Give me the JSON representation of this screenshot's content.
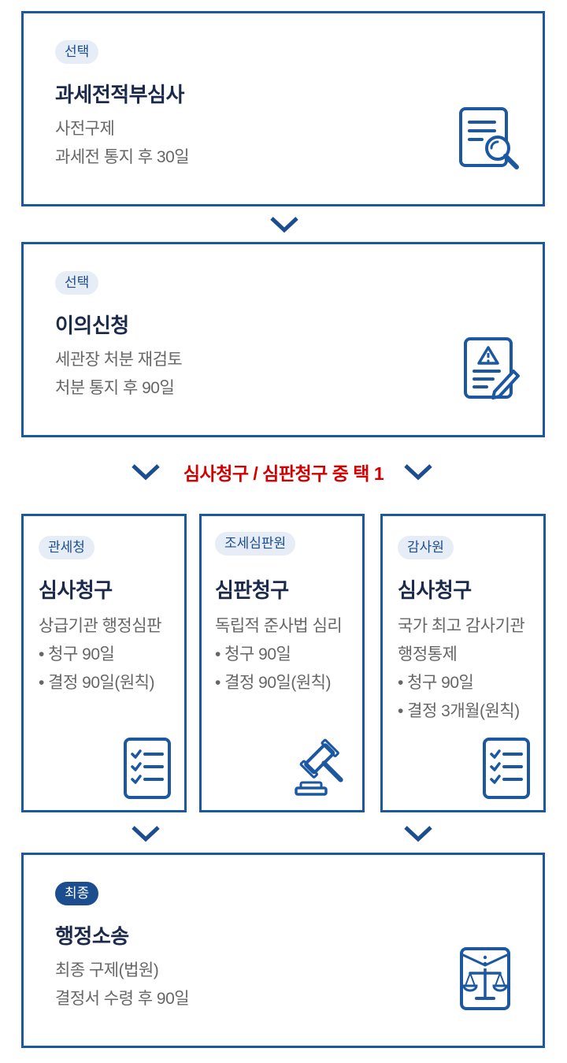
{
  "colors": {
    "primary": "#1c58a2",
    "badge_bg": "#e6edf6",
    "highlight": "#d40000",
    "title": "#1b2a4a"
  },
  "step1": {
    "badge": "선택",
    "title": "과세전적부심사",
    "lines": [
      "사전구제",
      "과세전 통지 후 30일"
    ],
    "icon": "document-search-icon"
  },
  "step2": {
    "badge": "선택",
    "title": "이의신청",
    "lines": [
      "세관장 처분 재검토",
      "처분 통지 후 90일"
    ],
    "icon": "document-warning-edit-icon"
  },
  "choose_one": "심사청구 / 심판청구 중 택 1",
  "options": [
    {
      "badge": "관세청",
      "title": "심사청구",
      "lines": [
        "상급기관 행정심판",
        "• 청구 90일",
        "• 결정 90일(원칙)"
      ],
      "icon": "checklist-icon"
    },
    {
      "badge": "조세심판원",
      "title": "심판청구",
      "lines": [
        "독립적 준사법 심리",
        "• 청구 90일",
        "• 결정 90일(원칙)"
      ],
      "icon": "gavel-icon"
    },
    {
      "badge": "감사원",
      "title": "심사청구",
      "lines": [
        "국가 최고 감사기관",
        "행정통제",
        "• 청구 90일",
        "• 결정 3개월(원칙)"
      ],
      "icon": "checklist-icon"
    }
  ],
  "final": {
    "badge": "최종",
    "title": "행정소송",
    "lines": [
      "최종 구제(법원)",
      "결정서 수령 후 90일"
    ],
    "icon": "scales-document-icon"
  }
}
